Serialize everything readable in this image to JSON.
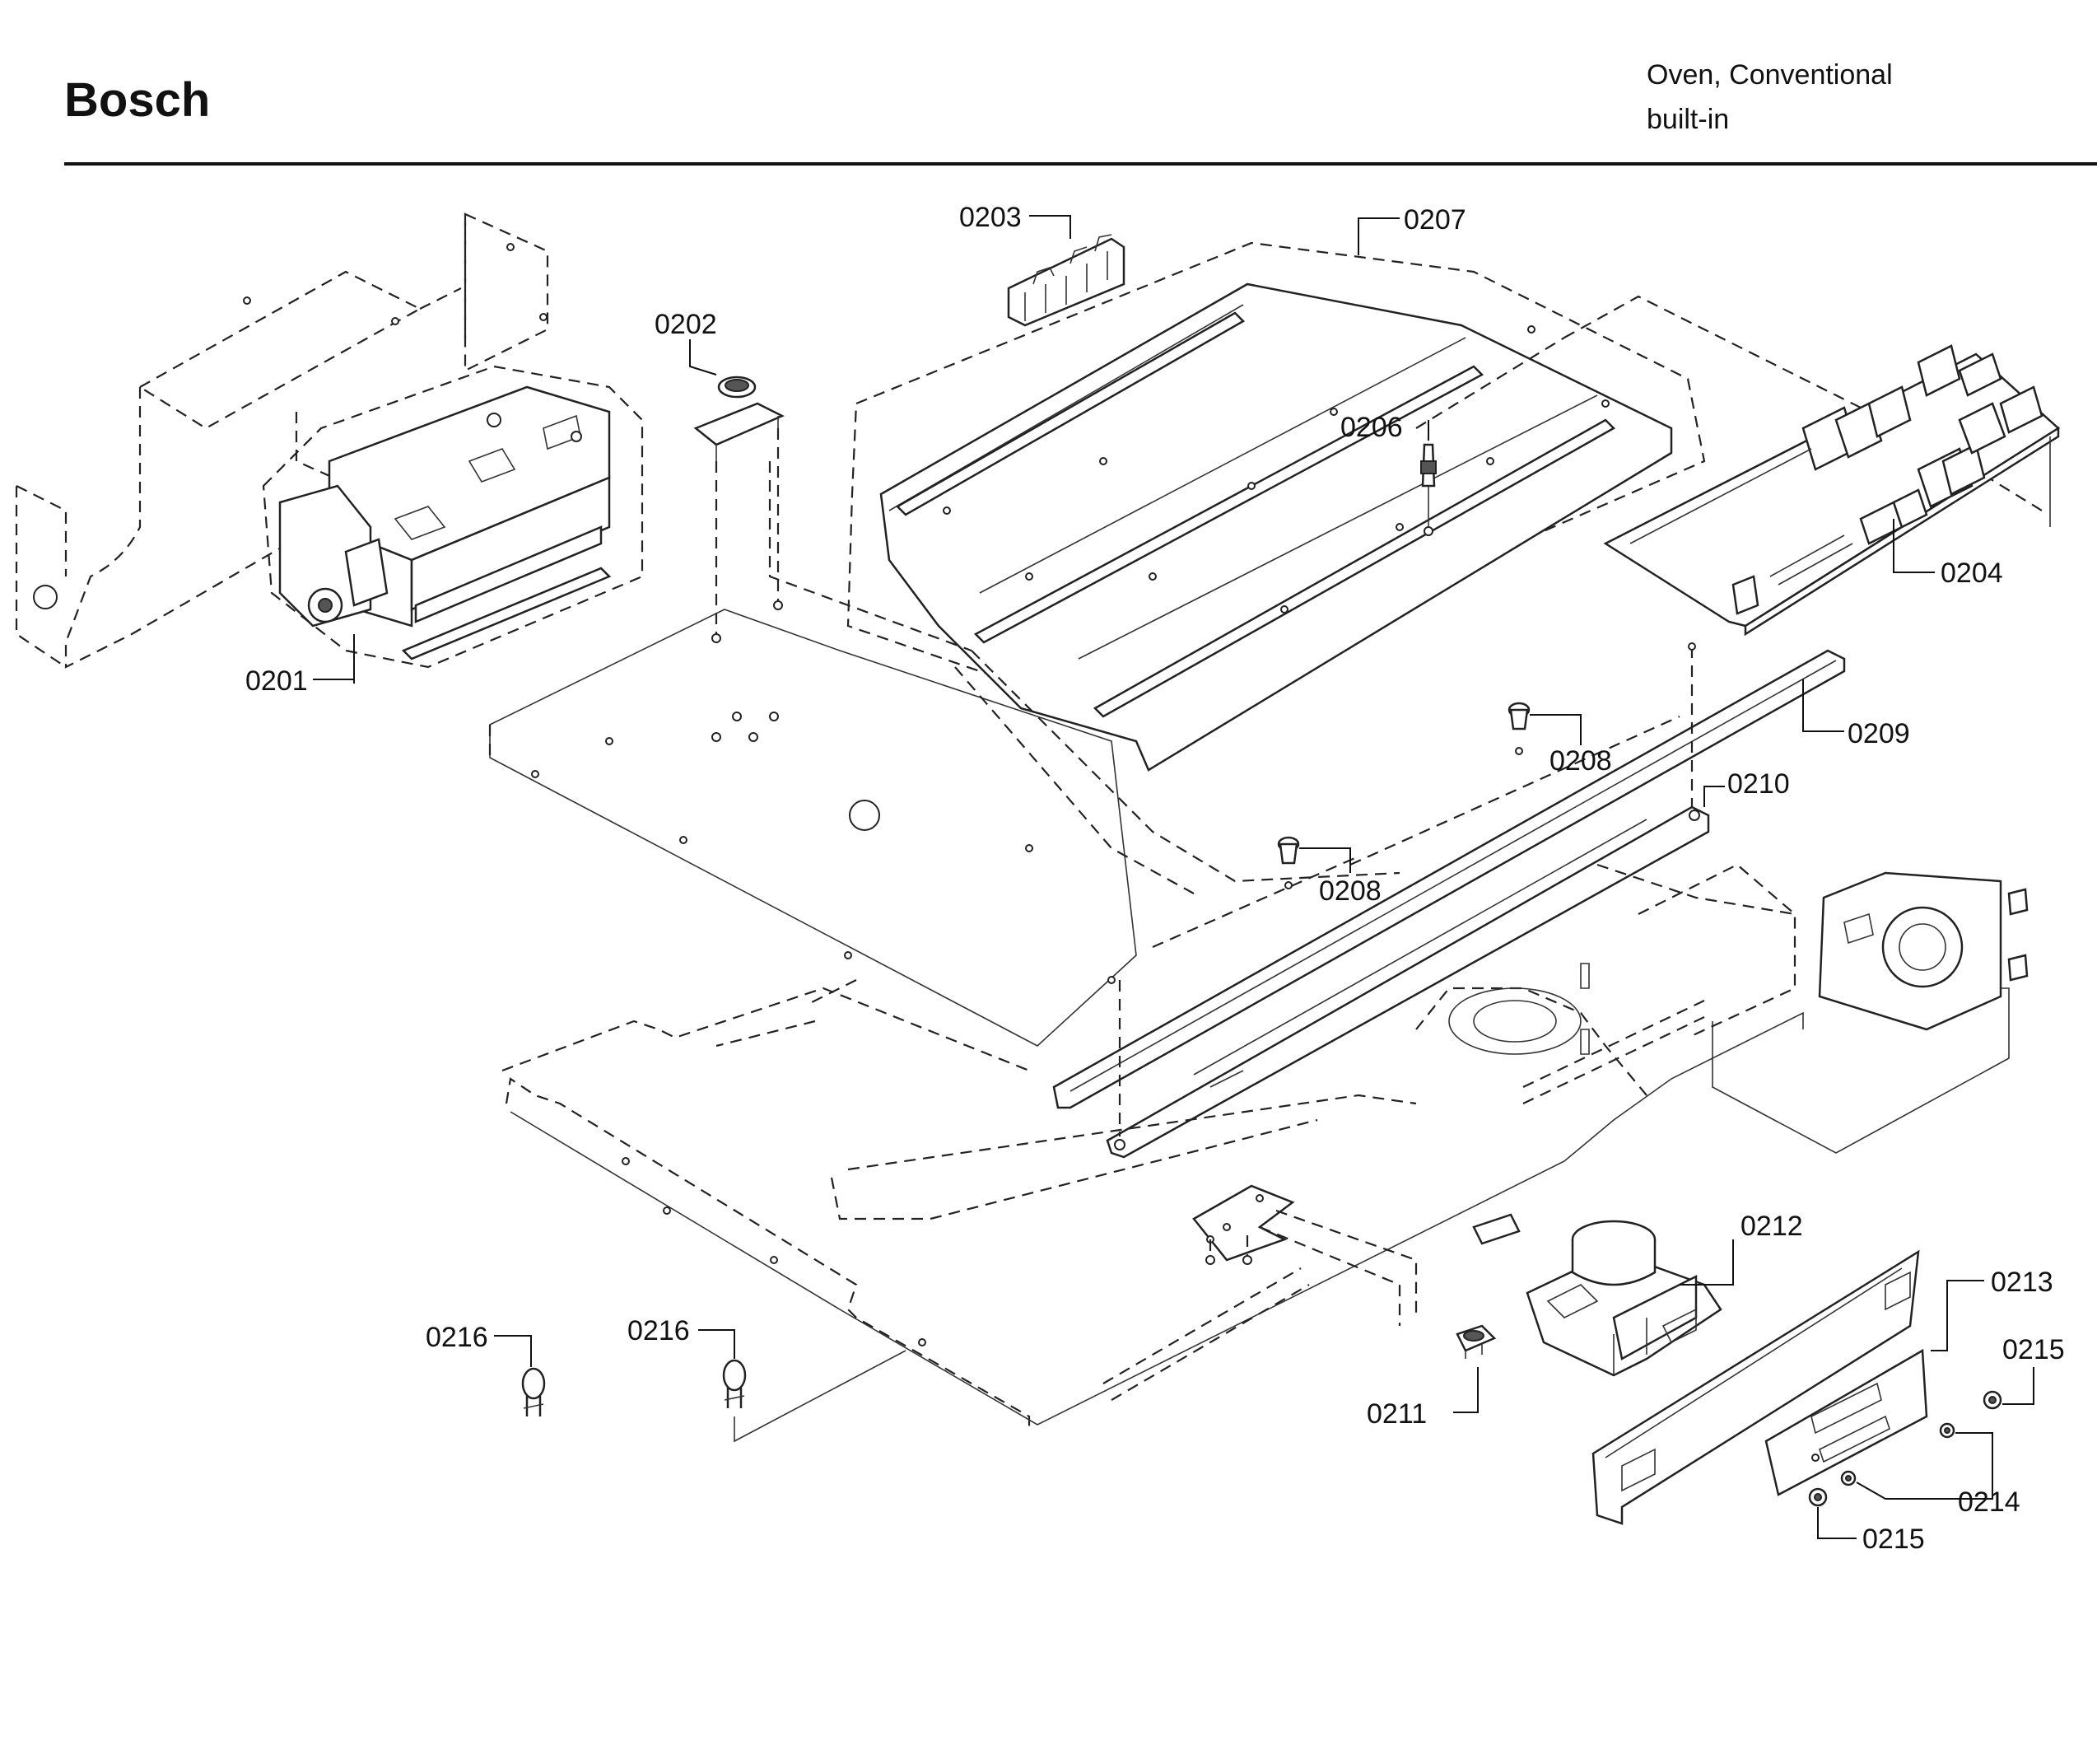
{
  "header": {
    "brand": "Bosch",
    "appliance_type": "Oven, Conventional",
    "appliance_subtype": "built-in"
  },
  "callouts": {
    "c0201": "0201",
    "c0202": "0202",
    "c0203": "0203",
    "c0204": "0204",
    "c0206": "0206",
    "c0207": "0207",
    "c0208a": "0208",
    "c0208b": "0208",
    "c0209": "0209",
    "c0210": "0210",
    "c0211": "0211",
    "c0212": "0212",
    "c0213": "0213",
    "c0214": "0214",
    "c0215a": "0215",
    "c0215b": "0215",
    "c0216a": "0216",
    "c0216b": "0216"
  }
}
